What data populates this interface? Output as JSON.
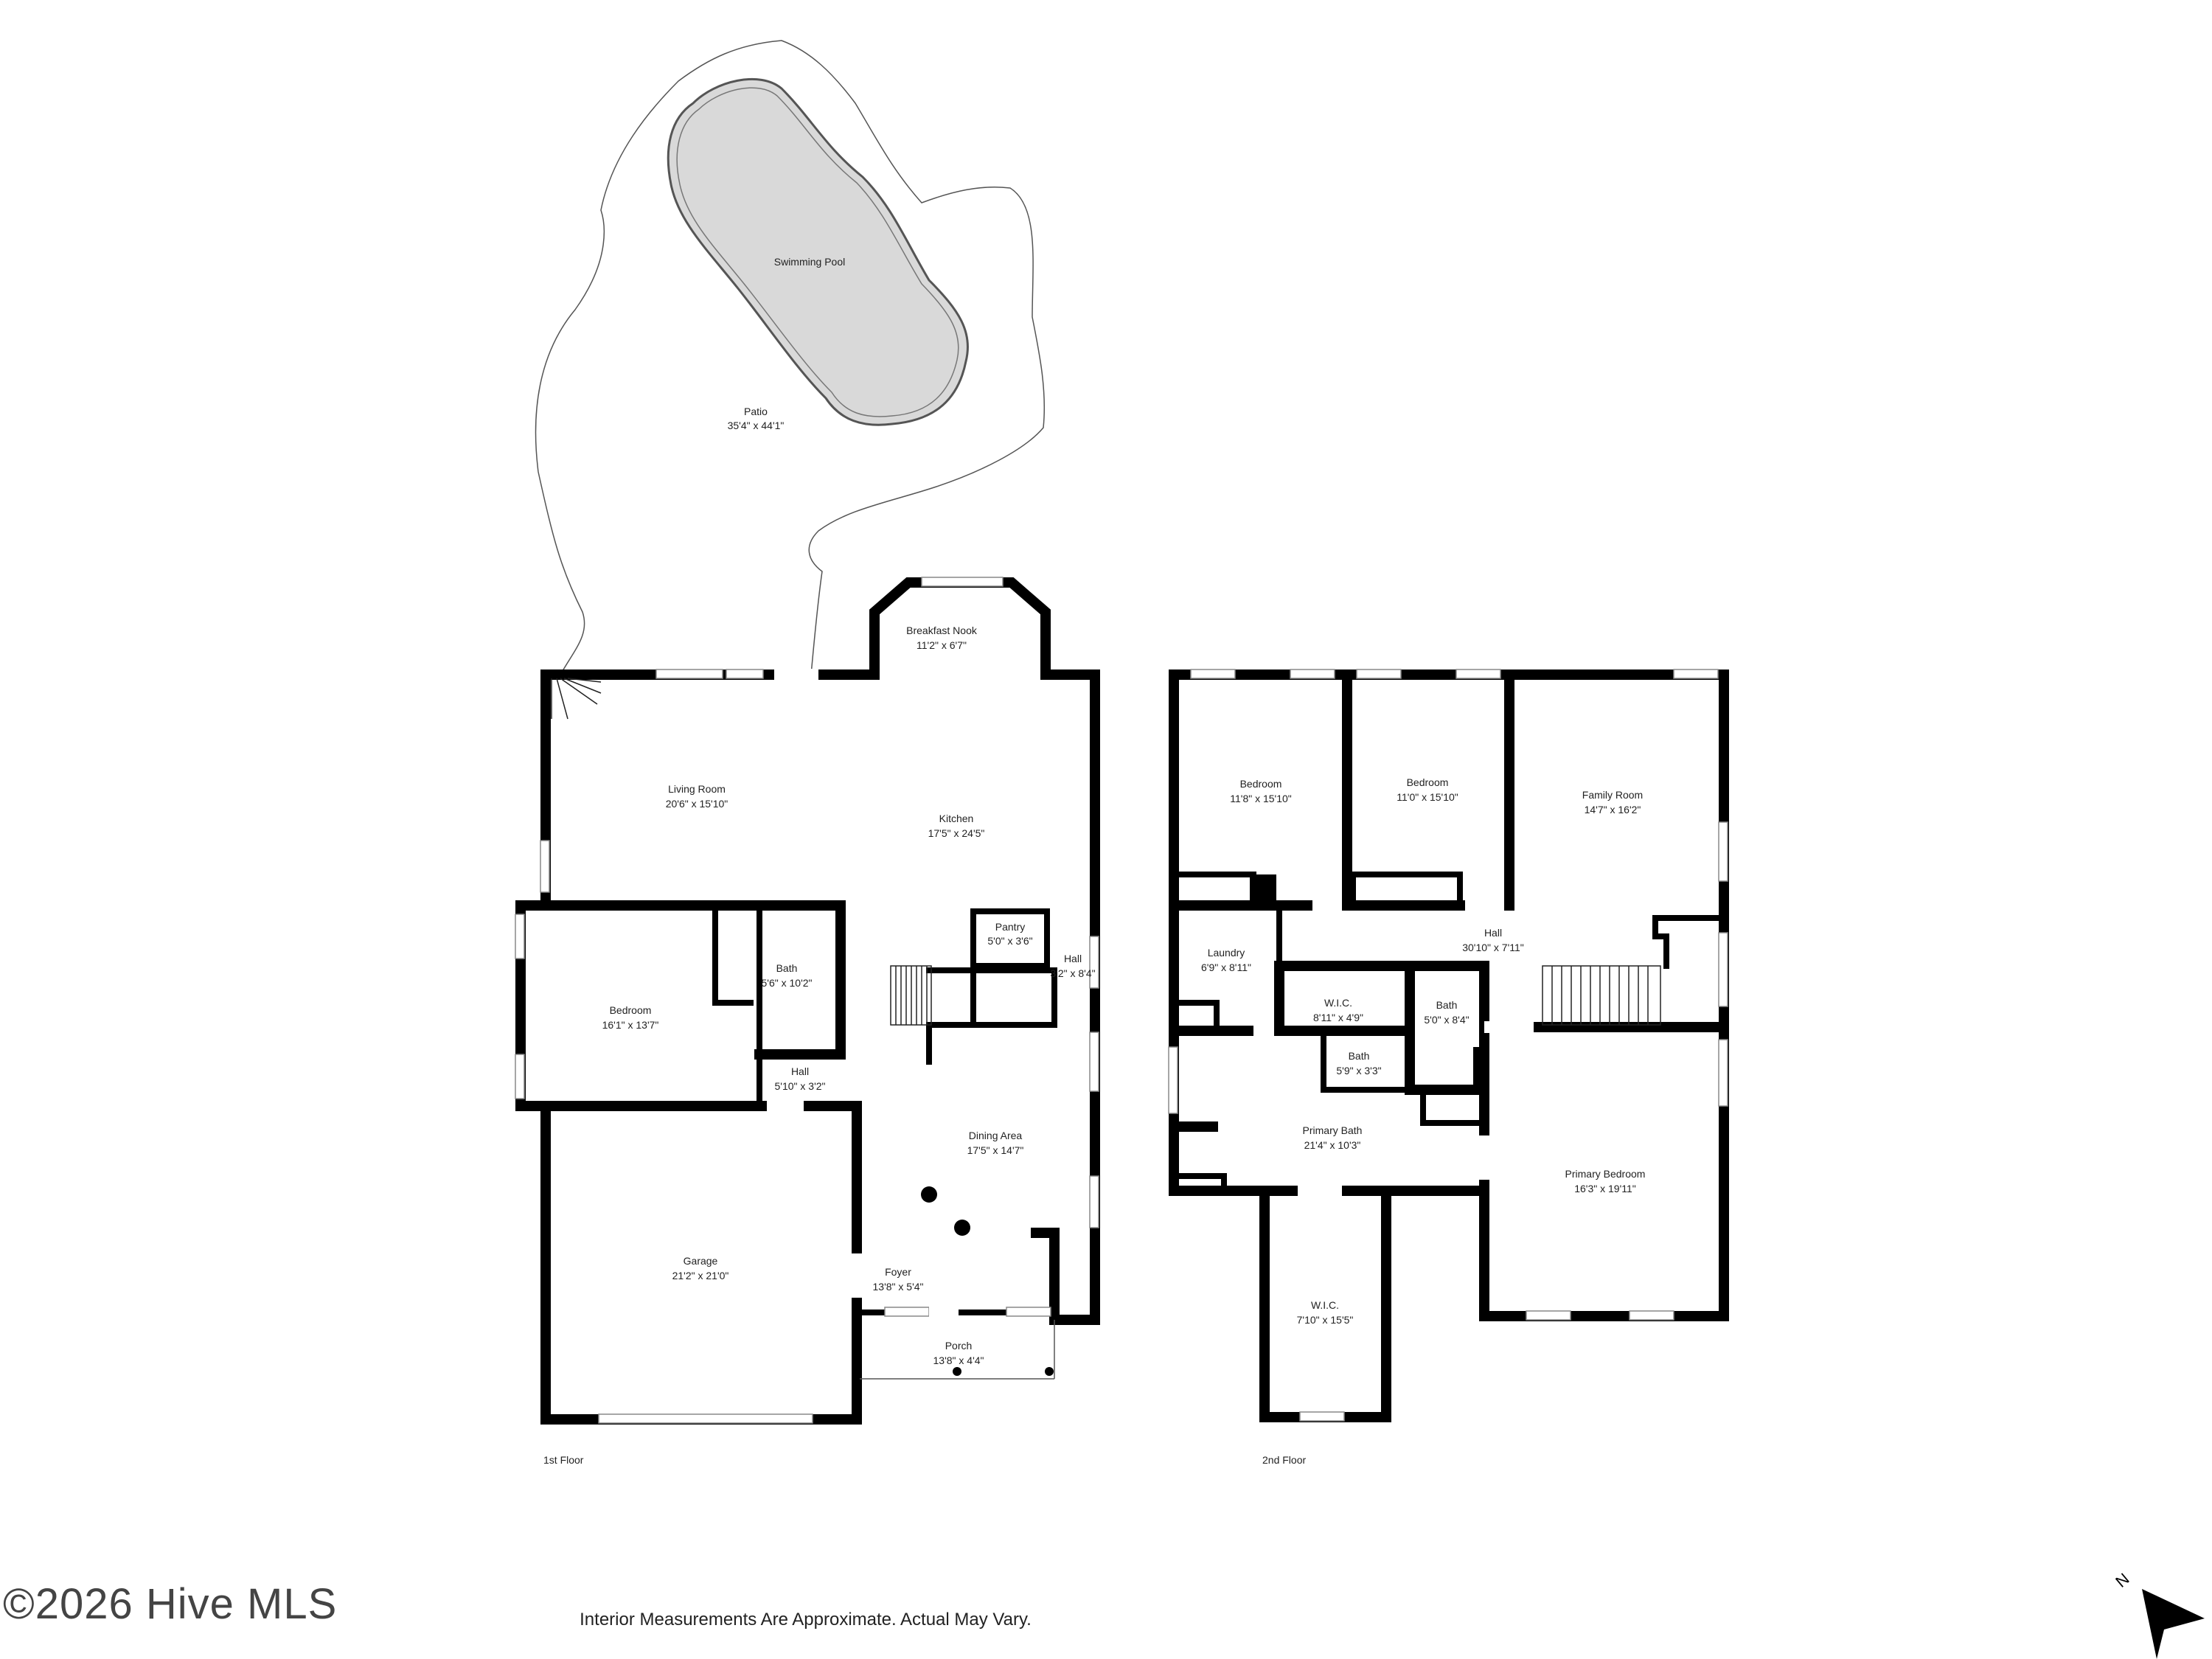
{
  "rooms": {
    "swimming_pool": {
      "name": "Swimming Pool",
      "dim": ""
    },
    "patio": {
      "name": "Patio",
      "dim": "35'4\" x 44'1\""
    },
    "breakfast_nook": {
      "name": "Breakfast Nook",
      "dim": "11'2\" x 6'7\""
    },
    "living_room": {
      "name": "Living Room",
      "dim": "20'6\" x 15'10\""
    },
    "kitchen": {
      "name": "Kitchen",
      "dim": "17'5\" x 24'5\""
    },
    "pantry": {
      "name": "Pantry",
      "dim": "5'0\" x 3'6\""
    },
    "hall_1a": {
      "name": "Hall",
      "dim": "3'2\" x 8'4\""
    },
    "bedroom_1": {
      "name": "Bedroom",
      "dim": "16'1\" x 13'7\""
    },
    "bath_1": {
      "name": "Bath",
      "dim": "5'6\" x 10'2\""
    },
    "hall_1b": {
      "name": "Hall",
      "dim": "5'10\" x 3'2\""
    },
    "dining_area": {
      "name": "Dining Area",
      "dim": "17'5\" x 14'7\""
    },
    "garage": {
      "name": "Garage",
      "dim": "21'2\" x 21'0\""
    },
    "foyer": {
      "name": "Foyer",
      "dim": "13'8\" x 5'4\""
    },
    "porch": {
      "name": "Porch",
      "dim": "13'8\" x 4'4\""
    },
    "bedroom_2a": {
      "name": "Bedroom",
      "dim": "11'8\" x 15'10\""
    },
    "bedroom_2b": {
      "name": "Bedroom",
      "dim": "11'0\" x 15'10\""
    },
    "family_room": {
      "name": "Family Room",
      "dim": "14'7\" x 16'2\""
    },
    "laundry": {
      "name": "Laundry",
      "dim": "6'9\" x 8'11\""
    },
    "hall_2": {
      "name": "Hall",
      "dim": "30'10\" x 7'11\""
    },
    "wic_a": {
      "name": "W.I.C.",
      "dim": "8'11\" x 4'9\""
    },
    "bath_2a": {
      "name": "Bath",
      "dim": "5'0\" x 8'4\""
    },
    "bath_2b": {
      "name": "Bath",
      "dim": "5'9\" x 3'3\""
    },
    "primary_bath": {
      "name": "Primary Bath",
      "dim": "21'4\" x 10'3\""
    },
    "primary_bedroom": {
      "name": "Primary Bedroom",
      "dim": "16'3\" x 19'11\""
    },
    "wic_b": {
      "name": "W.I.C.",
      "dim": "7'10\" x 15'5\""
    }
  },
  "floors": {
    "first": "1st Floor",
    "second": "2nd Floor"
  },
  "compass": {
    "label": "N"
  },
  "footer": {
    "copyright": "©2026 Hive MLS",
    "disclaimer": "Interior Measurements Are Approximate. Actual May Vary."
  }
}
